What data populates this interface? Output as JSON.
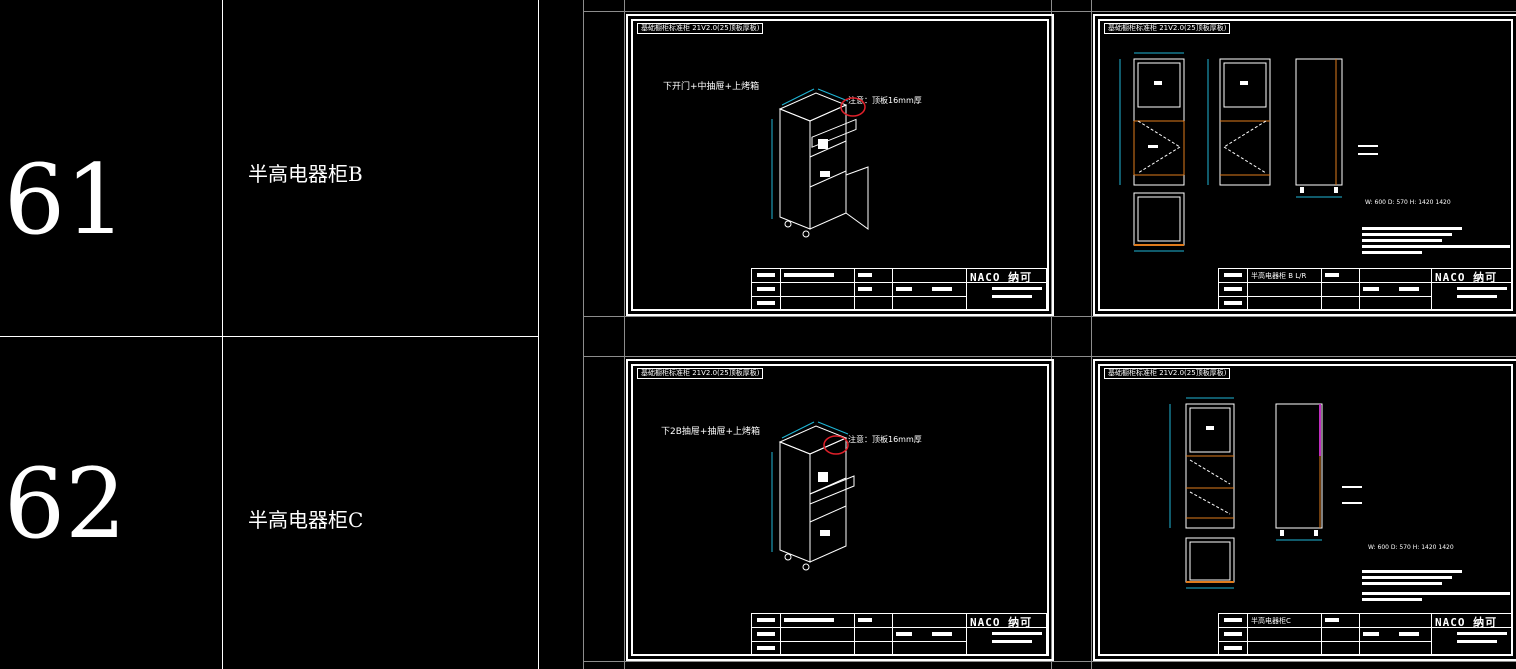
{
  "rows": [
    {
      "number": "61",
      "name": "半高电器柜B"
    },
    {
      "number": "62",
      "name": "半高电器柜C"
    }
  ],
  "sheets": {
    "tag": "基础橱柜标准柜 21V2.0(25顶板厚板)",
    "sheet1_caption": "下开门+中抽屉+上烤箱",
    "sheet3_caption": "下2B抽屉+抽屉+上烤箱",
    "note": "注意：顶板16mm厚",
    "dims_line": "W: 600    D: 570    H: 1420 1420",
    "sheet2_title": "半高电器柜 B L/R",
    "sheet4_title": "半高电器柜C",
    "brand": "NACO 纳可"
  },
  "colors": {
    "background": "#000000",
    "line": "#ffffff",
    "accent_orange": "#e07b1c",
    "accent_cyan": "#1fb6d6",
    "accent_red": "#e0202a",
    "accent_magenta": "#c02dc0"
  }
}
